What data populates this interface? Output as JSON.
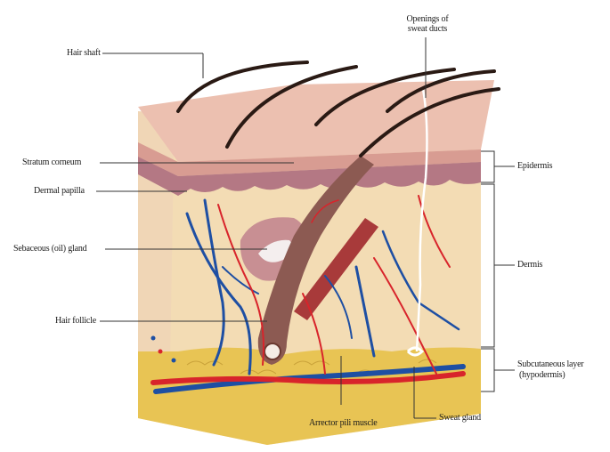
{
  "labels": {
    "hair_shaft": "Hair shaft",
    "stratum_corneum": "Stratum corneum",
    "dermal_papilla": "Dermal papilla",
    "sebaceous_gland": "Sebaceous (oil) gland",
    "hair_follicle": "Hair follicle",
    "openings_of_sweat_ducts": "Openings of sweat ducts",
    "epidermis": "Epidermis",
    "dermis": "Dermis",
    "subcutaneous_layer_line1": "Subcutaneous layer",
    "subcutaneous_layer_line2": "(hypodermis)",
    "sweat_gland": "Sweat gland",
    "arrector_pili_muscle": "Arrector pili muscle"
  },
  "colors": {
    "epidermis_top": "#e8b4a8",
    "epidermis_band": "#b97a86",
    "dermis": "#f3d9b0",
    "hypodermis_fat": "#e9c64f",
    "artery": "#d8242b",
    "vein": "#1e4fa3",
    "hair": "#2a1a14",
    "follicle": "#8c5a52",
    "muscle": "#a83a3a"
  }
}
